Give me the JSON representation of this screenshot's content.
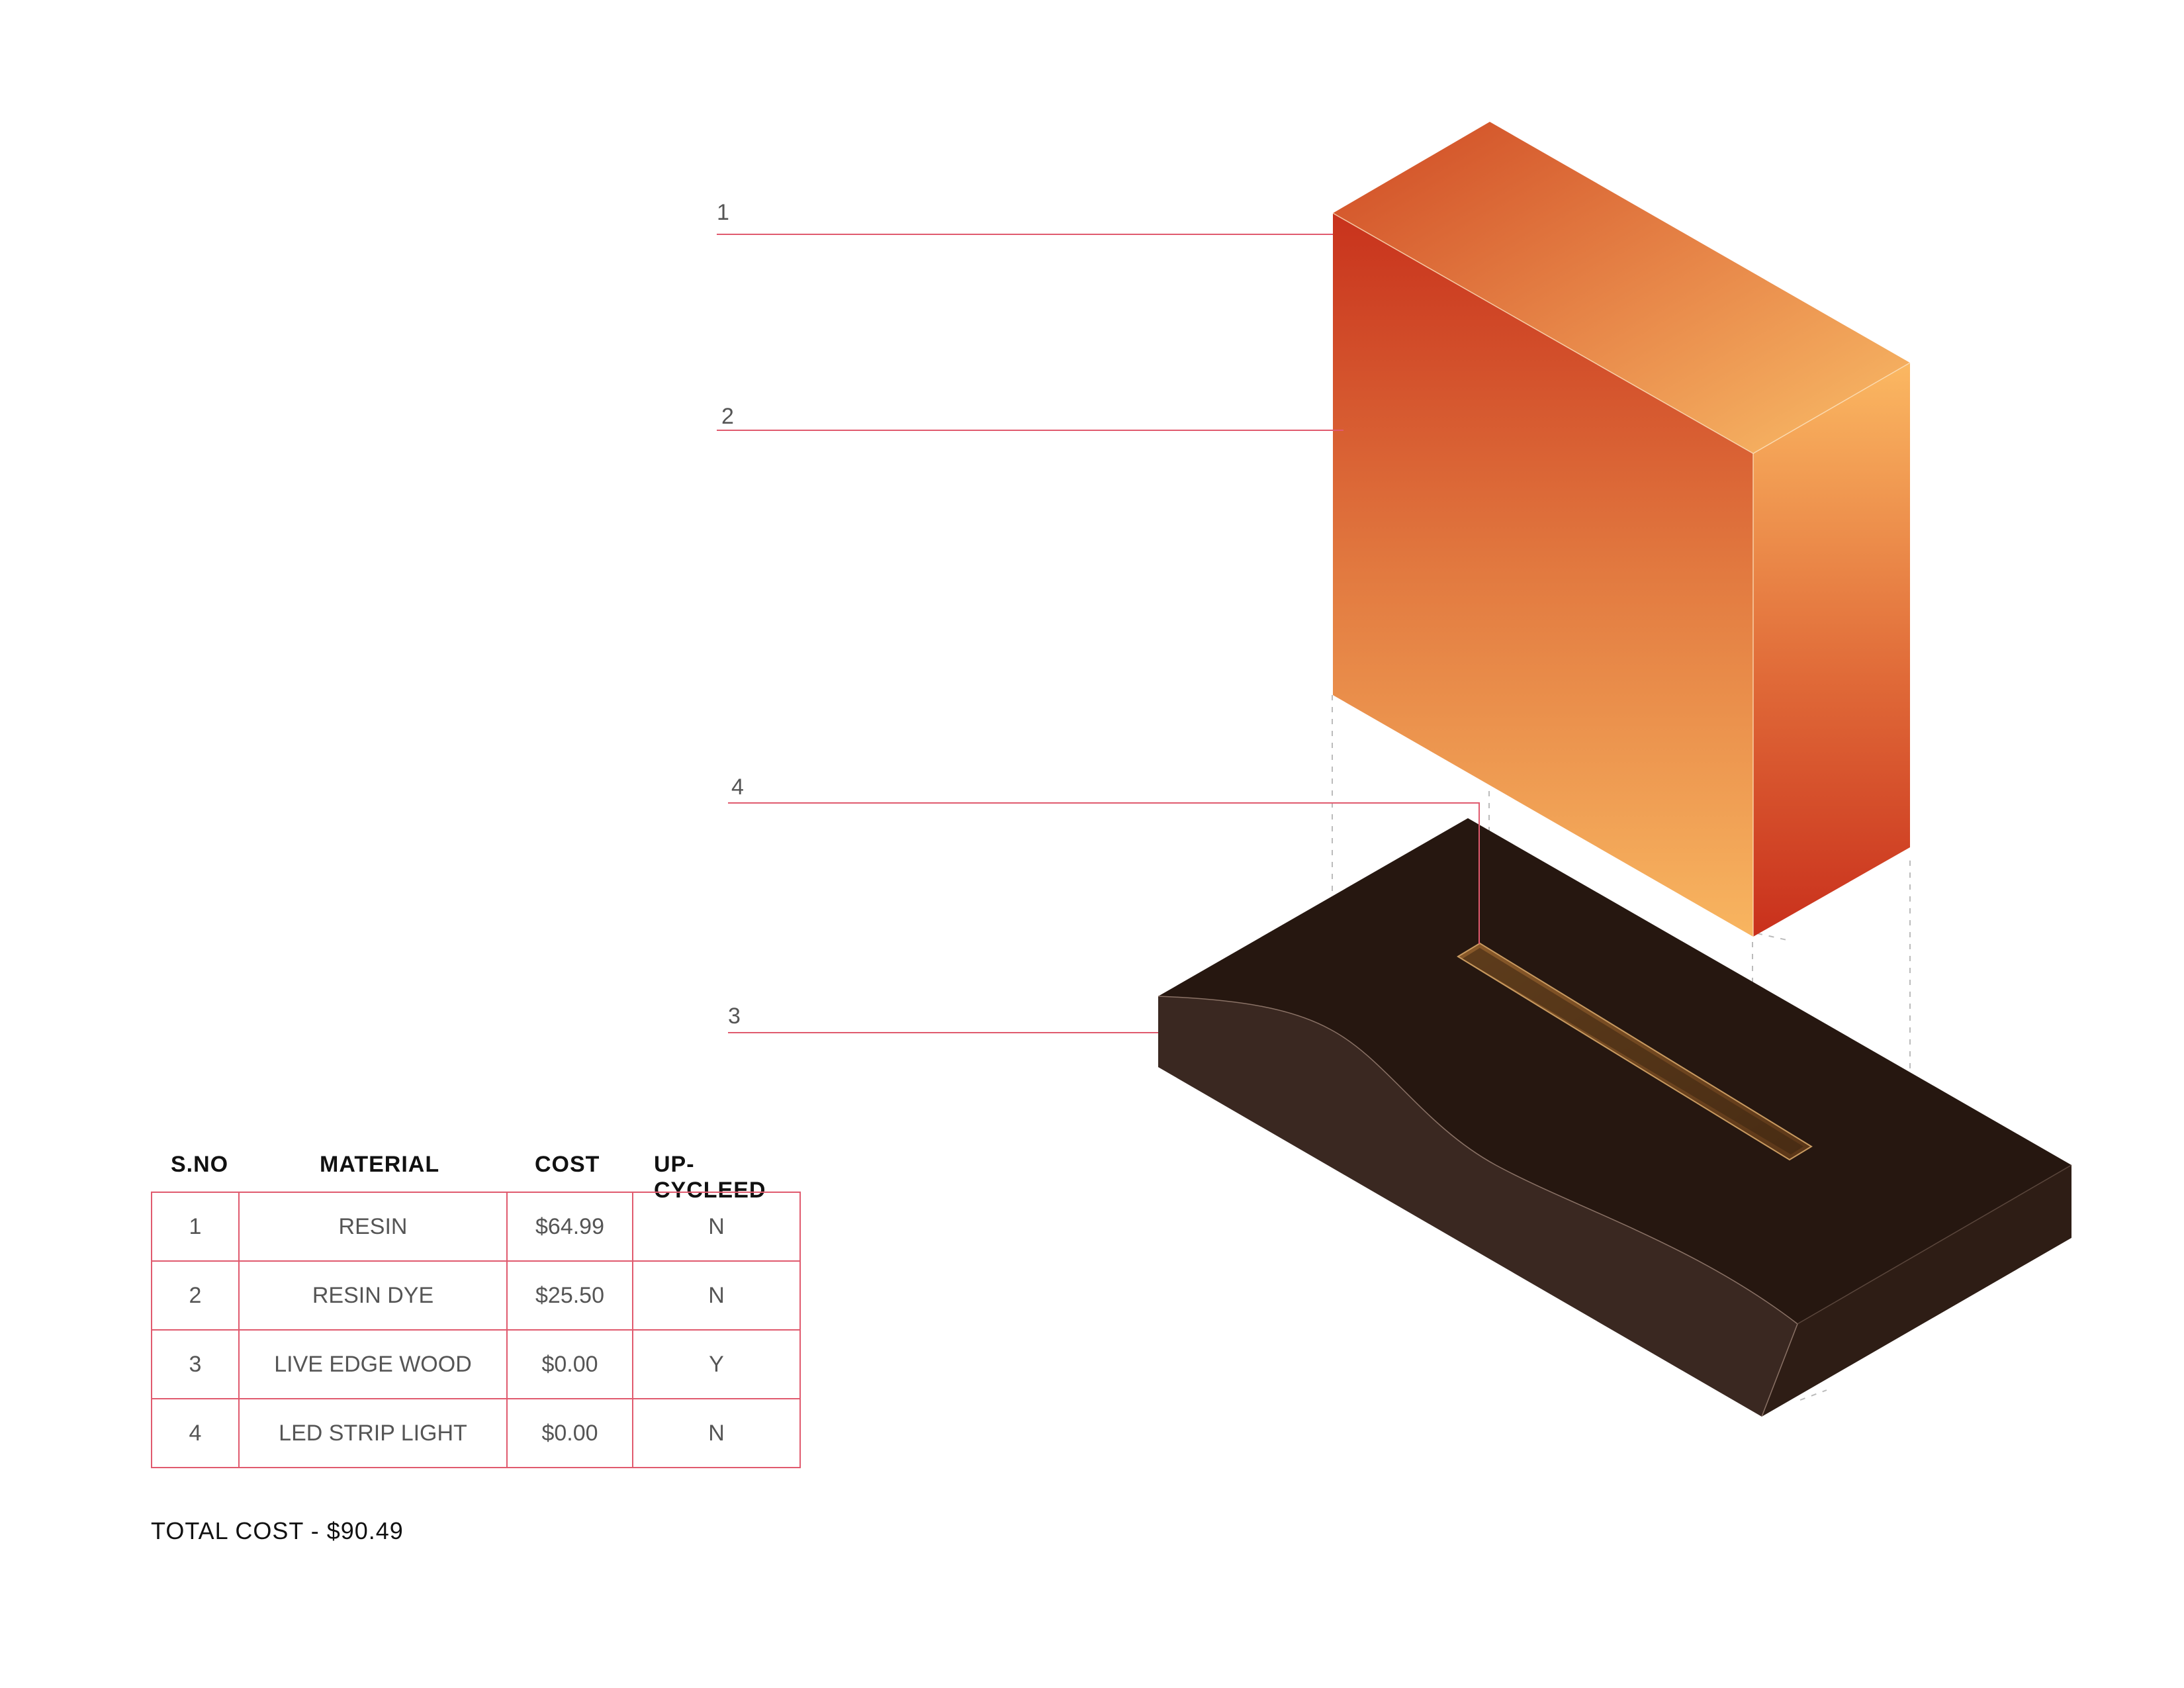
{
  "callouts": [
    {
      "id": "1",
      "label": "1"
    },
    {
      "id": "2",
      "label": "2"
    },
    {
      "id": "4",
      "label": "4"
    },
    {
      "id": "3",
      "label": "3"
    }
  ],
  "colors": {
    "leader_line": "#e05a6e",
    "resin_dark": "#c8321c",
    "resin_light": "#f8b560",
    "wood_top": "#261710",
    "wood_side": "#3a2821",
    "led_channel": "#6a431e"
  },
  "table": {
    "headers": [
      "S.NO",
      "MATERIAL",
      "COST",
      "UP-CYCLEED"
    ],
    "rows": [
      [
        "1",
        "RESIN",
        "$64.99",
        "N"
      ],
      [
        "2",
        "RESIN DYE",
        "$25.50",
        "N"
      ],
      [
        "3",
        "LIVE EDGE WOOD",
        "$0.00",
        "Y"
      ],
      [
        "4",
        "LED STRIP LIGHT",
        "$0.00",
        "N"
      ]
    ]
  },
  "total": "TOTAL COST - $90.49"
}
